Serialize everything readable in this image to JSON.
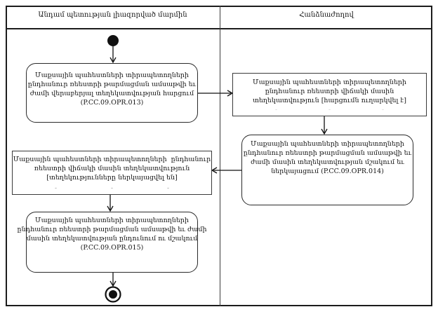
{
  "diagram": {
    "lanes": [
      {
        "title": "Անդամ պետության լիազորված մարմին"
      },
      {
        "title": "Հանձնաժողով"
      }
    ],
    "activities": {
      "l1": {
        "lines": [
          "Մաքսային պահեստների տիրապետողների",
          "ընդհանուր ռեեստրի թարմացման ամսաթվի եւ",
          "ժամի վերաբերյալ տեղեկատվության հարցում",
          "(P.CC.09.OPR.013)"
        ]
      },
      "r1": {
        "lines": [
          "Մաքսային պահեստների տիրապետողների",
          "ընդհանուր ռեեստրի վիճակի մասին",
          "տեղեկատվություն [հարցումն ուղարկվել է]"
        ],
        "dash_markers": [
          "-",
          "-",
          "-"
        ]
      },
      "r2": {
        "lines": [
          "Մաքսային պահեստների տիրապետողների",
          "ընդհանուր ռեեստրի թարմացման ամսաթվի եւ",
          "ժամի մասին տեղեկատվության մշակում եւ",
          "ներկայացում (P.CC.09.OPR.014)"
        ]
      },
      "l2": {
        "lines": [
          "Մաքսային պահեստների տիրապետողների  ընդհանուր",
          "ռեեստրի վիճակի մասին տեղեկատվություն",
          "[տեղեկությունները ներկայացվել են]"
        ],
        "dash_markers": [
          "-",
          "-",
          "-"
        ]
      },
      "l3": {
        "lines": [
          "Մաքսային պահեստների տիրապետողների",
          "ընդհանուր ռեեստրի թարմացման ամսաթվի եւ ժամի",
          "մասին տեղեկատվության ընդունում ու մշակում",
          "(P.CC.09.OPR.015)"
        ]
      }
    },
    "colors": {
      "line": "#111111",
      "box_border": "#2a2a2a",
      "dash": "#9b9b9b",
      "background": "#ffffff"
    }
  }
}
